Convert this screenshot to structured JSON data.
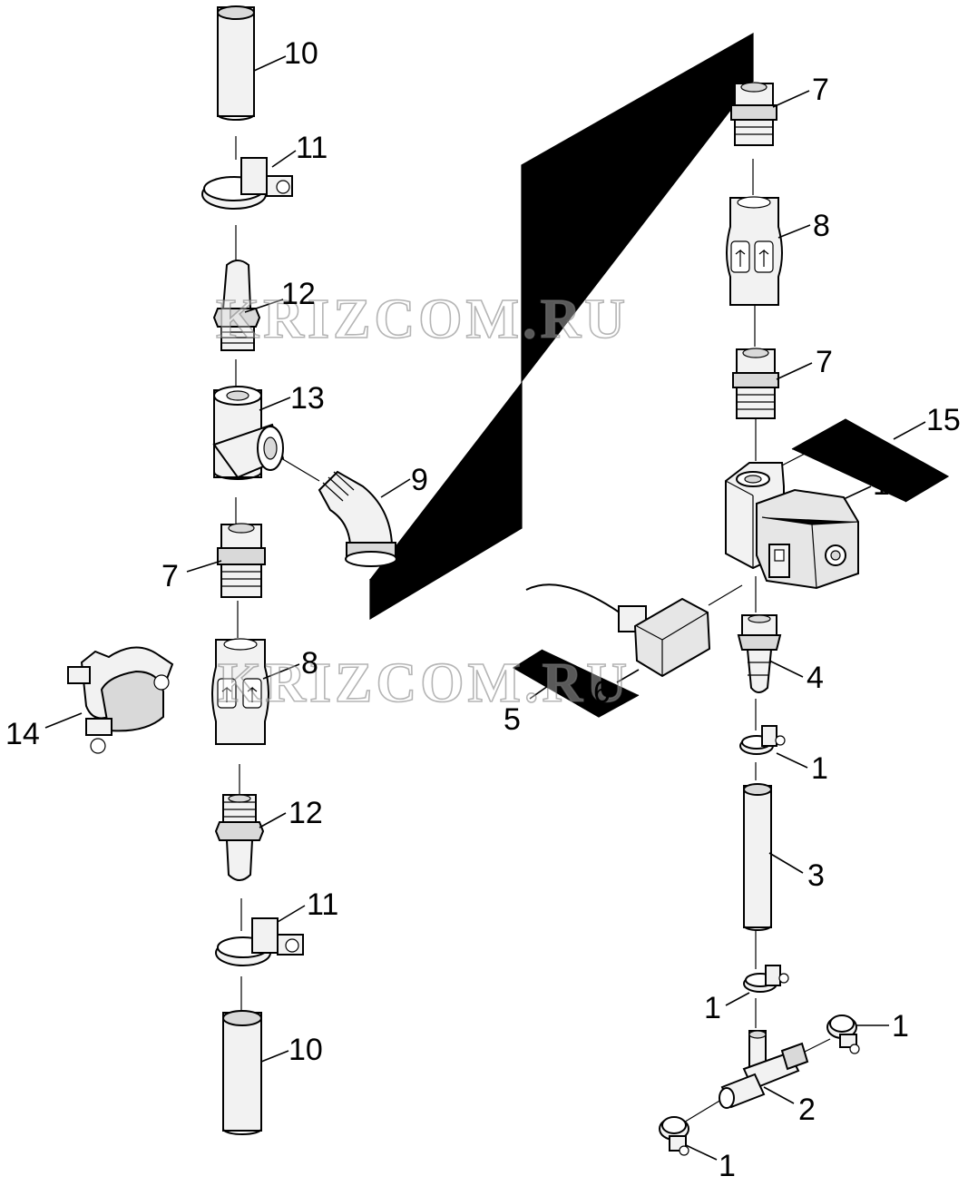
{
  "watermark_text": "KRIZCOM.RU",
  "labels": {
    "l10_top": "10",
    "l11_top": "11",
    "l12_top": "12",
    "l13": "13",
    "l9": "9",
    "l7_left": "7",
    "l8_left": "8",
    "l14": "14",
    "l12_bottom": "12",
    "l11_bottom": "11",
    "l10_bottom": "10",
    "l7_top_right": "7",
    "l8_right": "8",
    "l7_mid_right": "7",
    "l15": "15",
    "l16": "16",
    "l4": "4",
    "l5": "5",
    "l6": "6",
    "l1_a": "1",
    "l3": "3",
    "l1_b": "1",
    "l1_c": "1",
    "l2": "2",
    "l1_d": "1"
  },
  "colors": {
    "line": "#000000",
    "part_fill": "#f2f2f2",
    "part_shade": "#d9d9d9",
    "background": "#ffffff"
  },
  "icons": [
    "flow-arrow-icon",
    "hose-clamp-icon",
    "solenoid-coil-icon"
  ]
}
